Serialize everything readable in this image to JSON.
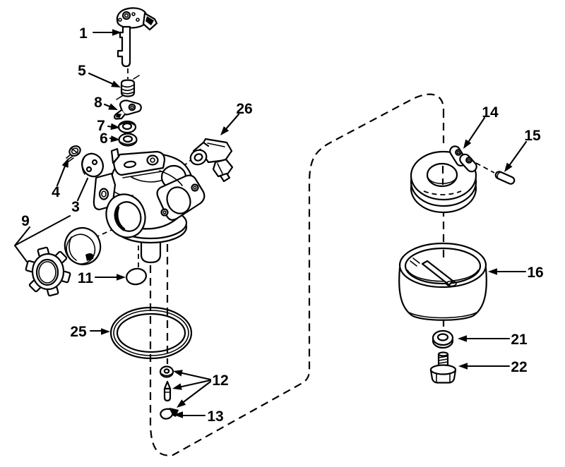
{
  "diagram": {
    "background_color": "#ffffff",
    "ink_color": "#000000",
    "callouts": [
      {
        "number": "1"
      },
      {
        "number": "5"
      },
      {
        "number": "8"
      },
      {
        "number": "7"
      },
      {
        "number": "6"
      },
      {
        "number": "4"
      },
      {
        "number": "3"
      },
      {
        "number": "9"
      },
      {
        "number": "11"
      },
      {
        "number": "25"
      },
      {
        "number": "12"
      },
      {
        "number": "13"
      },
      {
        "number": "26"
      },
      {
        "number": "14"
      },
      {
        "number": "15"
      },
      {
        "number": "16"
      },
      {
        "number": "21"
      },
      {
        "number": "22"
      }
    ]
  }
}
